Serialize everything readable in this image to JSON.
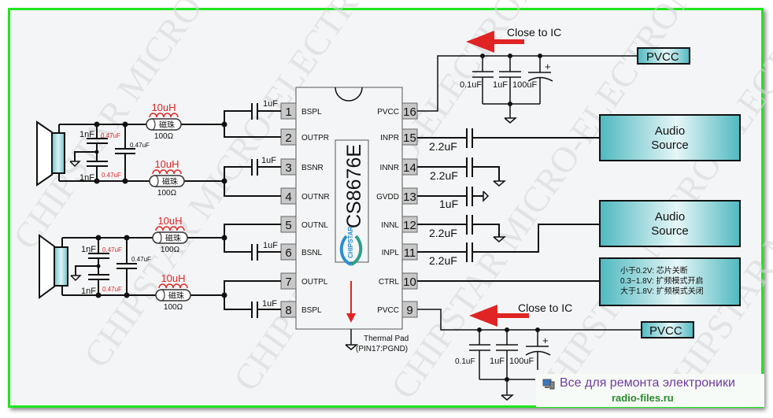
{
  "watermark": "CHIPSTAR MICRO-ELECTRONICS",
  "colors": {
    "frame": "#1ee61e",
    "accent_red": "#e02424",
    "box_cyan": "#5cc2c8",
    "footer_purple": "#6f3aa0",
    "footer_green": "#2a8a2a"
  },
  "ic": {
    "part": "CS8676E",
    "logo": "CHIPSTAR",
    "left_pins": [
      {
        "num": "1",
        "label": "BSPL"
      },
      {
        "num": "2",
        "label": "OUTPR"
      },
      {
        "num": "3",
        "label": "BSNR"
      },
      {
        "num": "4",
        "label": "OUTNR"
      },
      {
        "num": "5",
        "label": "OUTNL"
      },
      {
        "num": "6",
        "label": "BSNL"
      },
      {
        "num": "7",
        "label": "OUTPL"
      },
      {
        "num": "8",
        "label": "BSPL"
      }
    ],
    "right_pins": [
      {
        "num": "16",
        "label": "PVCC"
      },
      {
        "num": "15",
        "label": "INPR"
      },
      {
        "num": "14",
        "label": "INNR"
      },
      {
        "num": "13",
        "label": "GVDD"
      },
      {
        "num": "12",
        "label": "INNL"
      },
      {
        "num": "11",
        "label": "INPL"
      },
      {
        "num": "10",
        "label": "CTRL"
      },
      {
        "num": "9",
        "label": "PVCC"
      }
    ],
    "thermal_pad": "Thermal Pad",
    "thermal_pad_pin": "(PIN17:PGND)"
  },
  "left_circuit": {
    "inductor": "10uH",
    "bead": "磁珠",
    "bead_res": "100Ω",
    "bootstrap_cap": "1uF",
    "cap_1nf": "1nF",
    "cap_red": "0.47uF",
    "cap_mid": "0.47uF"
  },
  "right_circuit": {
    "close_to_ic": "Close to IC",
    "pvcc_label": "PVCC",
    "cap_01": "0.1uF",
    "cap_1": "1uF",
    "cap_100": "100uF",
    "plus": "+",
    "input_cap": "2.2uF",
    "gvdd_cap": "1uF",
    "audio_source_line1": "Audio",
    "audio_source_line2": "Source",
    "ctrl_notes": [
      "小于0.2V: 芯片关断",
      "0.3~1.8V: 扩频模式开启",
      "大于1.8V: 扩频模式关闭"
    ]
  },
  "footer": {
    "title": "Все для ремонта электроники",
    "site": "radio-files.ru"
  }
}
